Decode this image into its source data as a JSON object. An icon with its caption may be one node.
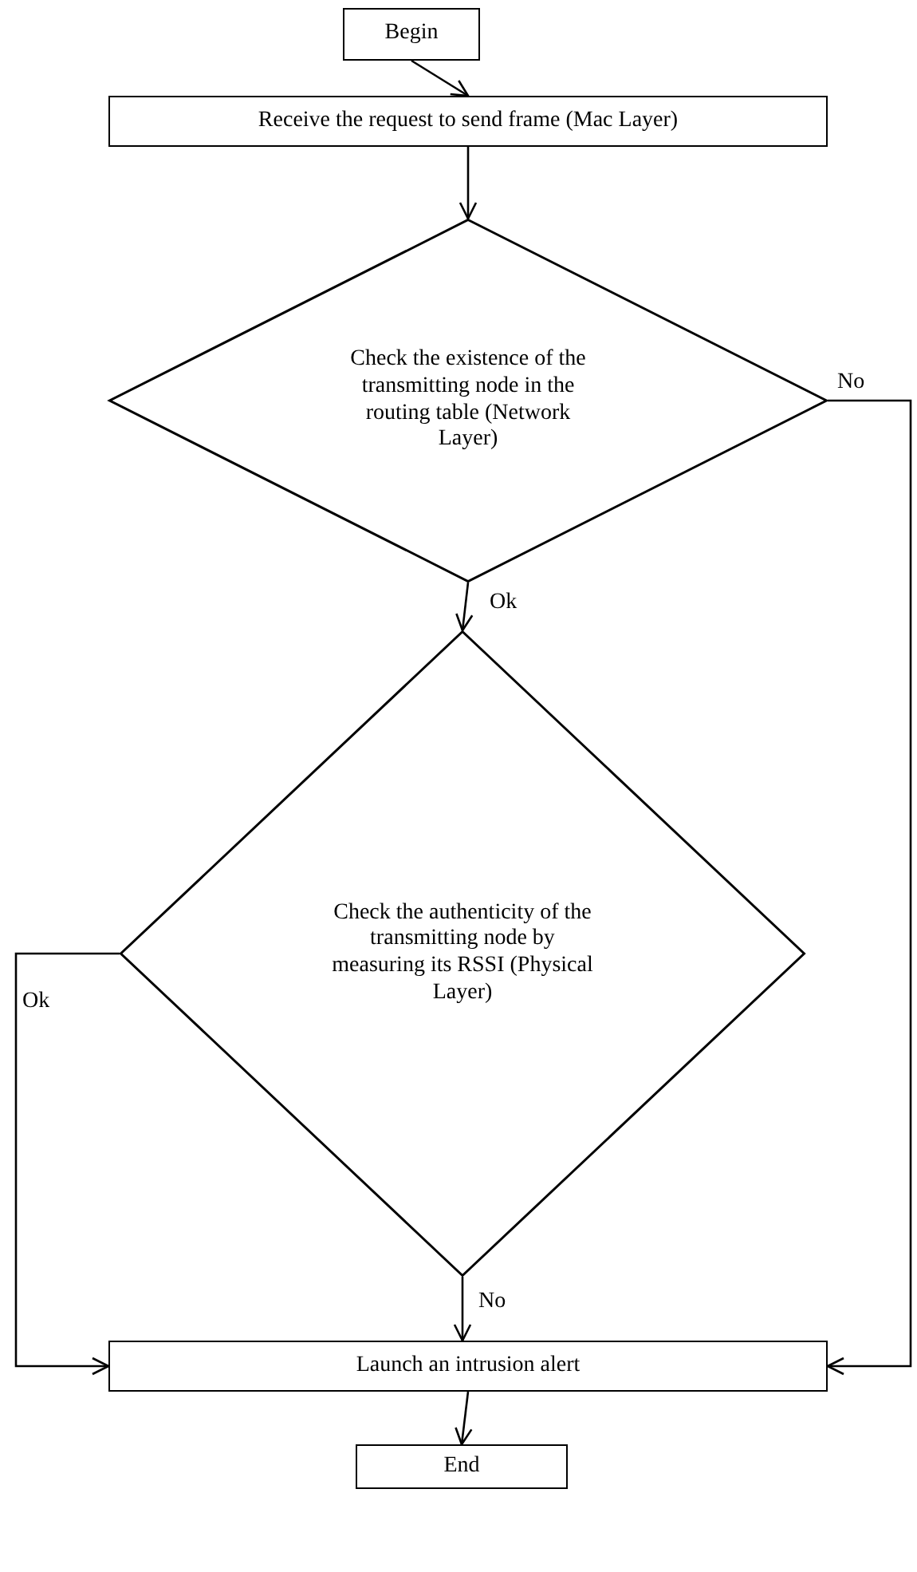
{
  "diagram": {
    "nodes": [
      {
        "text": [
          "Begin"
        ]
      },
      {
        "text": [
          "Receive the request to send frame (Mac Layer)"
        ]
      },
      {
        "text": [
          "Check the existence of the transmitting node in the routing table (Network Layer)"
        ]
      },
      {
        "text": [
          "Check the authenticity of the transmitting node by measuring its RSSI (Physical Layer)"
        ]
      },
      {
        "text": [
          "Launch an intrusion alert"
        ]
      },
      {
        "text": [
          "End"
        ]
      }
    ],
    "edges": [
      {
        "from": 0,
        "to": 1,
        "arrow": "to"
      },
      {
        "from": 1,
        "to": 2,
        "arrow": "to"
      },
      {
        "from": 2,
        "to": 3,
        "arrow": "to",
        "label": "Ok"
      },
      {
        "from": 2,
        "to": 4,
        "arrow": "to",
        "label": "No"
      },
      {
        "from": 3,
        "to": 4,
        "arrow": "to",
        "label": "Ok"
      },
      {
        "from": 3,
        "to": 4,
        "arrow": "to",
        "label": "No"
      },
      {
        "from": 4,
        "to": 5,
        "arrow": "to"
      }
    ]
  }
}
